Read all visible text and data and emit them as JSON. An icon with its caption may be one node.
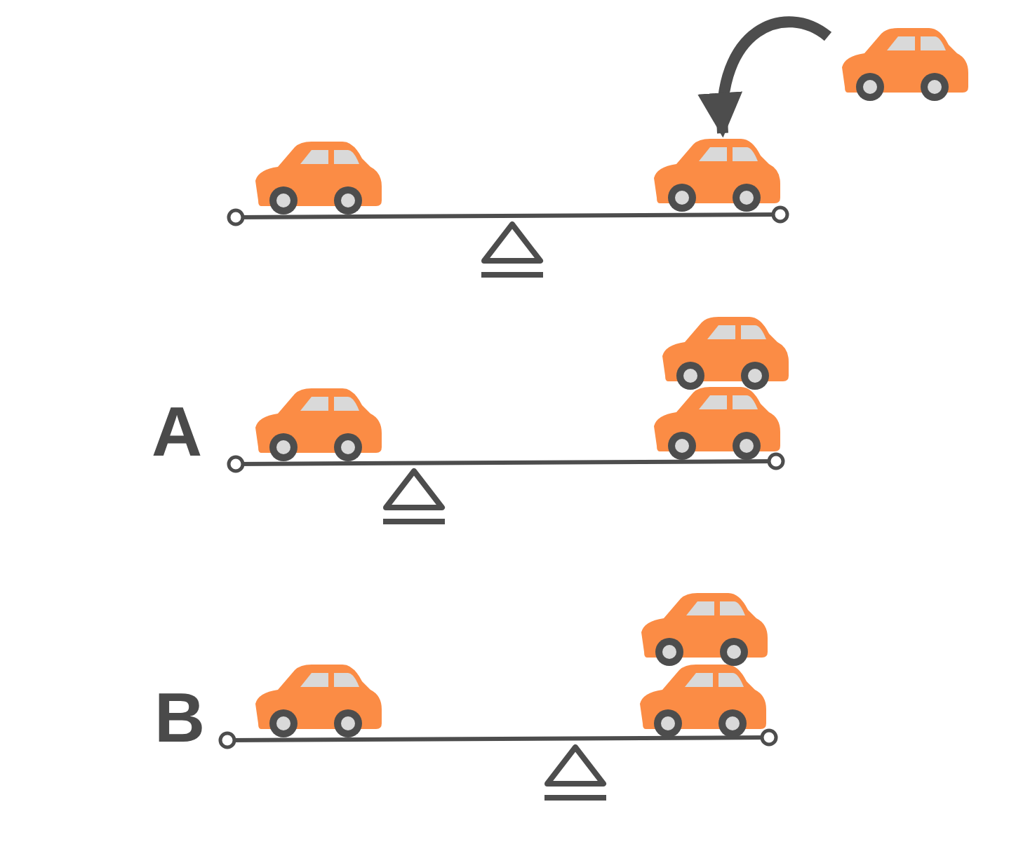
{
  "diagram": {
    "nodes": [
      {
        "text": [],
        "shape": "picture"
      },
      {
        "text": [],
        "shape": "picture"
      }
    ],
    "edges": [
      {
        "from": 0,
        "to": 1,
        "arrow": "to"
      }
    ],
    "labels": [
      "A",
      "B"
    ]
  }
}
